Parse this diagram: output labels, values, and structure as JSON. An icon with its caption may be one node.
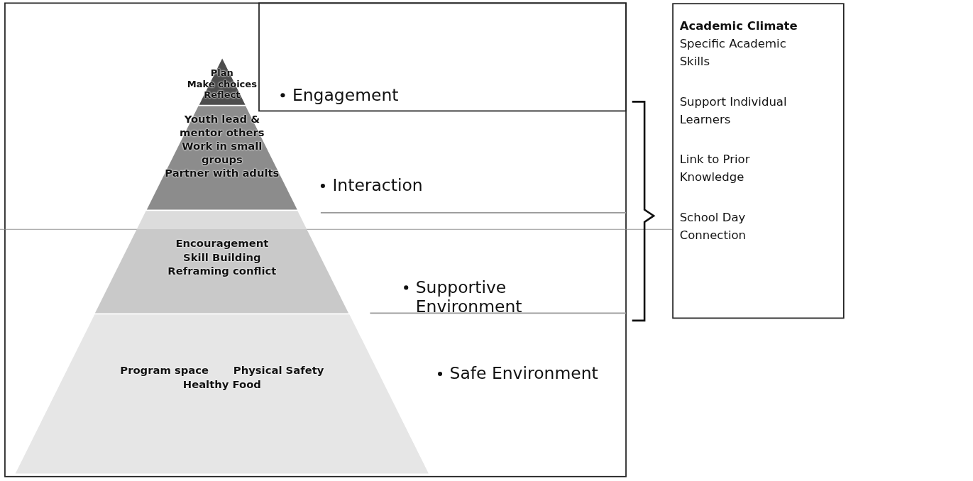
{
  "diagram": {
    "nodes": [
      {
        "text": [
          "Plan",
          "Make choices",
          "Reflect"
        ]
      },
      {
        "text": [
          "Youth lead & mentor others",
          "Work in small groups",
          "Partner with adults"
        ]
      },
      {
        "text": [
          "Encouragement",
          "Skill Building",
          "Reframing conflict"
        ]
      },
      {
        "text": [
          "Program space",
          "Physical Safety",
          "Healthy Food"
        ]
      },
      {
        "text": [
          "Academic Climate",
          "Specific Academic Skills",
          "Support Individual Learners",
          "Link to Prior Knowledge",
          "School Day Connection"
        ]
      }
    ],
    "edges": [],
    "labels": [
      "Engagement",
      "Interaction",
      "Supportive Environment",
      "Safe Environment"
    ]
  }
}
